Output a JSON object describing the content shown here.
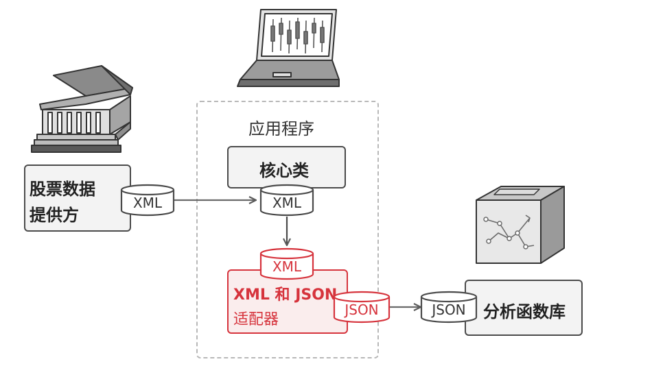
{
  "application": {
    "title": "应用程序"
  },
  "provider": {
    "line1": "股票数据",
    "line2": "提供方"
  },
  "core": {
    "label": "核心类"
  },
  "adapter": {
    "line1": "XML 和 JSON",
    "line2": "适配器"
  },
  "library": {
    "label": "分析函数库"
  },
  "formats": {
    "provider_out": "XML",
    "core_in": "XML",
    "adapter_in": "XML",
    "adapter_out": "JSON",
    "library_in": "JSON"
  },
  "colors": {
    "gray": "#4a4a4a",
    "red": "#d6333c",
    "frame": "#b8b8b8"
  },
  "icons": [
    "bank-building-icon",
    "laptop-chart-icon",
    "package-box-icon"
  ]
}
